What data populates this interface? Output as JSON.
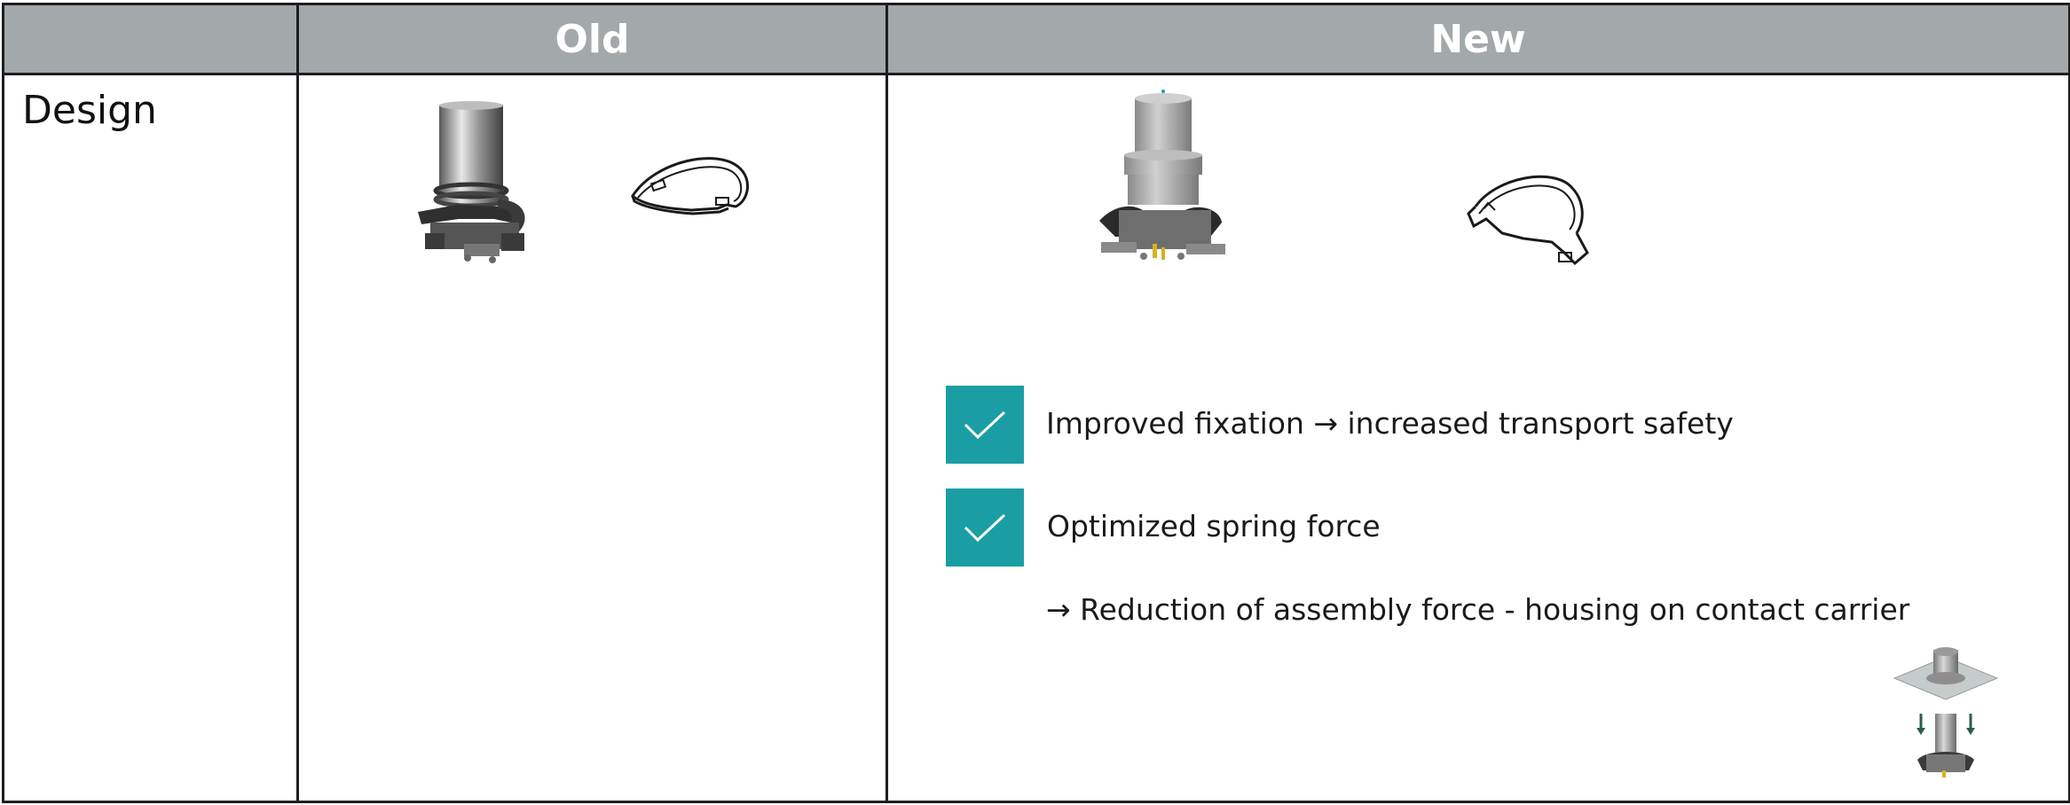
{
  "table": {
    "header_old": "Old",
    "header_new": "New",
    "row_label": "Design"
  },
  "benefits": [
    {
      "text": "Improved fixation → increased transport safety",
      "checked": true
    },
    {
      "text": "Optimized spring force",
      "checked": true
    }
  ],
  "note": "→ Reduction of assembly force - housing on contact carrier",
  "colors": {
    "header_bg": "#a3a8aa",
    "check_bg": "#1b9ea3",
    "border": "#1e1e1e"
  },
  "icons": {
    "check": "checkmark-icon"
  }
}
